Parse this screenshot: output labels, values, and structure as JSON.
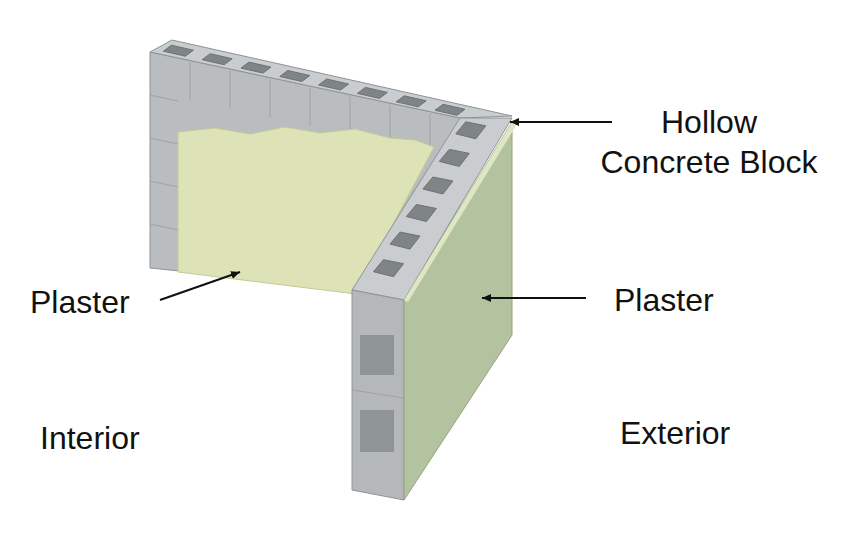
{
  "diagram": {
    "labels": [
      "Hollow Concrete Block",
      "Plaster",
      "Plaster",
      "Interior",
      "Exterior"
    ]
  }
}
